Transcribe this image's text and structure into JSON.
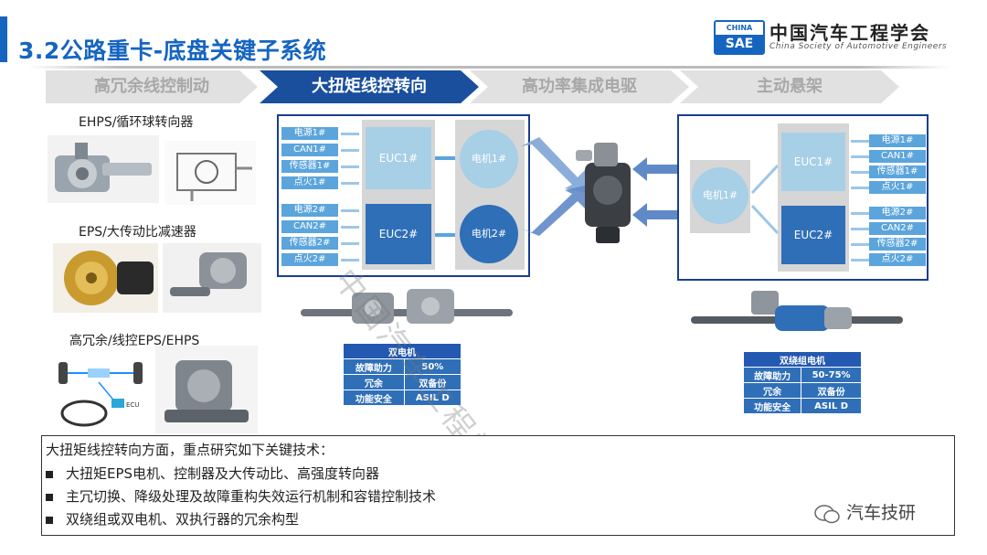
{
  "header": {
    "title": "3.2公路重卡-底盘关键子系统",
    "logo_top": "CHINA",
    "logo_bottom": "SAE",
    "org_cn": "中国汽车工程学会",
    "org_en": "China Society of Automotive Engineers"
  },
  "tabs": [
    {
      "label": "高冗余线控制动",
      "active": false
    },
    {
      "label": "大扭矩线控转向",
      "active": true
    },
    {
      "label": "高功率集成电驱",
      "active": false
    },
    {
      "label": "主动悬架",
      "active": false
    }
  ],
  "left_column": {
    "label1": "EHPS/循环球转向器",
    "label2": "EPS/大传动比减速器",
    "label3": "高冗余/线控EPS/EHPS",
    "ecu_label": "ECU"
  },
  "left_system": {
    "group1": [
      "电源1#",
      "CAN1#",
      "传感器1#",
      "点火1#"
    ],
    "group2": [
      "电源2#",
      "CAN2#",
      "传感器2#",
      "点火2#"
    ],
    "euc1": "EUC1#",
    "euc2": "EUC2#",
    "motor1": "电机1#",
    "motor2": "电机2#"
  },
  "right_system": {
    "group1": [
      "电源1#",
      "CAN1#",
      "传感器1#",
      "点火1#"
    ],
    "group2": [
      "电源2#",
      "CAN2#",
      "传感器2#",
      "点火2#"
    ],
    "euc1": "EUC1#",
    "euc2": "EUC2#",
    "motor": "电机1#"
  },
  "table_left": {
    "title": "双电机",
    "rows": [
      {
        "k": "故障助力",
        "v": "50%"
      },
      {
        "k": "冗余",
        "v": "双备份"
      },
      {
        "k": "功能安全",
        "v": "ASIL D"
      }
    ]
  },
  "table_right": {
    "title": "双绕组电机",
    "rows": [
      {
        "k": "故障助力",
        "v": "50-75%"
      },
      {
        "k": "冗余",
        "v": "双备份"
      },
      {
        "k": "功能安全",
        "v": "ASIL D"
      }
    ]
  },
  "summary": {
    "intro": "大扭矩线控转向方面，重点研究如下关键技术：",
    "bullets": [
      "大扭矩EPS电机、控制器及大传动比、高强度转向器",
      "主冗切换、降级处理及故障重构失效运行机制和容错控制技术",
      "双绕组或双电机、双执行器的冗余构型"
    ]
  },
  "watermark": "中国汽车工程学会",
  "wechat_label": "汽车技研",
  "colors": {
    "brand": "#1565c0",
    "tab_active": "#1a4f9e",
    "tab_inactive": "#e1e1e1",
    "block": "#2f6fb8",
    "io": "#5ba5dc"
  }
}
